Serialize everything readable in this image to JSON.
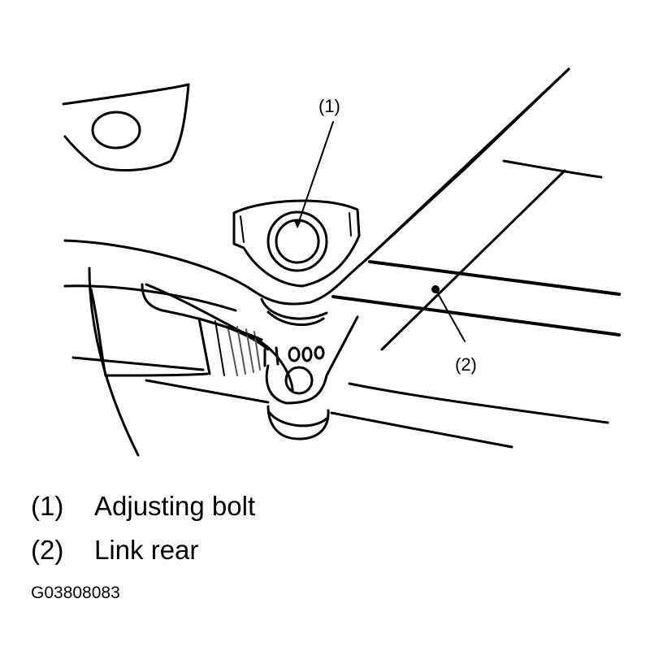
{
  "callouts": [
    {
      "number": "(1)",
      "name": "Adjusting bolt"
    },
    {
      "number": "(2)",
      "name": "Link rear"
    }
  ],
  "figure_code": "G03808083",
  "colors": {
    "line": "#000000",
    "background": "#ffffff",
    "hatch": "#555555"
  }
}
